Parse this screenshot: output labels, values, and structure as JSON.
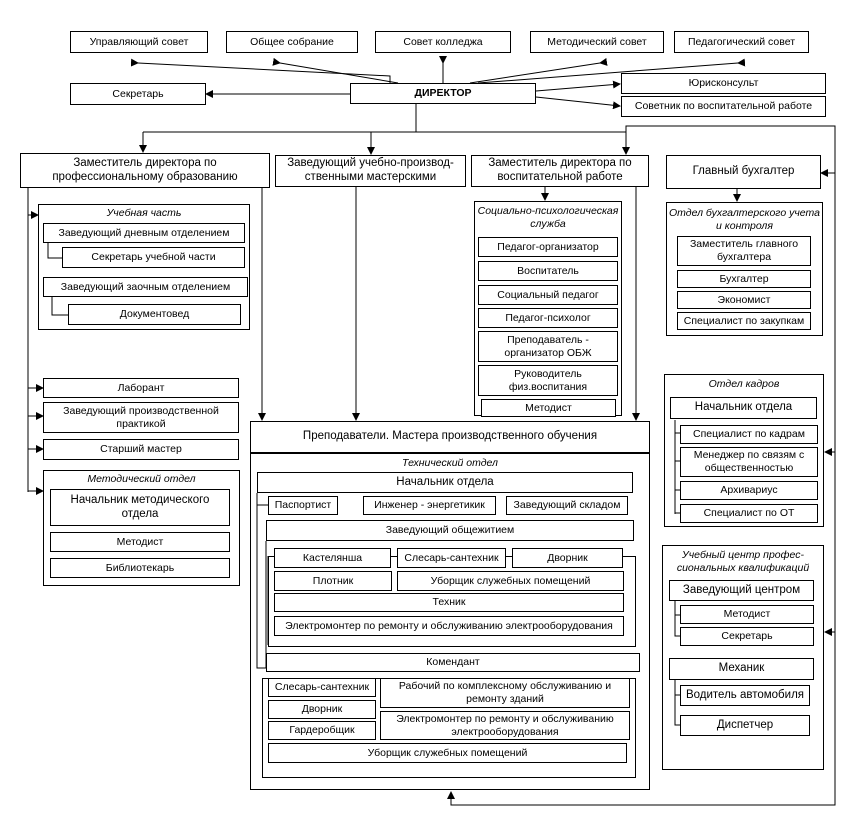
{
  "top": {
    "council_management": "Управляющий совет",
    "general_meeting": "Общее собрание",
    "college_council": "Совет колледжа",
    "methodical_council": "Методический совет",
    "pedagogical_council": "Педагогический совет"
  },
  "director": {
    "title": "ДИРЕКТОР",
    "secretary": "Секретарь",
    "lawyer": "Юрисконсульт",
    "education_advisor": "Советник по воспитательной работе"
  },
  "deputies": {
    "professional": "Заместитель директора по профессиональному образованию",
    "workshops": "Заведующий учебно-производ- ственными мастерскими",
    "educational": "Заместитель директора по воспитательной работе",
    "chief_accountant": "Главный бухгалтер"
  },
  "study_part": {
    "title": "Учебная часть",
    "day_head": "Заведующий дневным отделением",
    "study_secretary": "Секретарь учебной части",
    "correspondence_head": "Заведующий заочным отделением",
    "documentarian": "Документовед"
  },
  "left_staff": {
    "lab": "Лаборант",
    "practice_head": "Заведующий производственной практикой",
    "senior_master": "Старший мастер"
  },
  "methodical_dept": {
    "title": "Методический отдел",
    "head": "Начальник методического отдела",
    "methodist": "Методист",
    "librarian": "Библиотекарь"
  },
  "social_service": {
    "title": "Социально-психологическая служба",
    "items": [
      "Педагог-организатор",
      "Воспитатель",
      "Социальный педагог",
      "Педагог-психолог",
      "Преподаватель - организатор ОБЖ",
      "Руководитель физ.воспитания",
      "Методист"
    ]
  },
  "accounting": {
    "title": "Отдел бухгалтерского учета и контроля",
    "items": [
      "Заместитель главного бухгалтера",
      "Бухгалтер",
      "Экономист",
      "Специалист по закупкам"
    ]
  },
  "hr": {
    "title": "Отдел кадров",
    "head": "Начальник отдела",
    "items": [
      "Специалист по кадрам",
      "Менеджер по связям с общественностью",
      "Архивариус",
      "Специалист по ОТ"
    ]
  },
  "training_center": {
    "title": "Учебный центр профес- сиональных квалификаций",
    "head": "Заведующий центром",
    "methodist": "Методист",
    "secretary": "Секретарь",
    "mechanic": "Механик",
    "driver": "Водитель автомобиля",
    "dispatcher": "Диспетчер"
  },
  "teachers": "Преподаватели. Мастера производственного обучения",
  "tech_dept": {
    "title": "Технический отдел",
    "head": "Начальник отдела",
    "passport": "Паспортист",
    "engineer": "Инженер - энергетикик",
    "warehouse": "Заведующий складом",
    "dorm_head": "Заведующий общежитием",
    "dorm_staff": {
      "linen": "Кастелянша",
      "plumber": "Слесарь-сантехник",
      "janitor": "Дворник",
      "carpenter": "Плотник",
      "cleaner": "Уборщик служебных помещений",
      "technician": "Техник",
      "electrician": "Электромонтер по ремонту и обслуживанию электрооборудования"
    },
    "commandant": "Комендант",
    "cmd_staff": {
      "plumber": "Слесарь-сантехник",
      "janitor": "Дворник",
      "cloakroom": "Гардеробщик",
      "repair_worker": "Рабочий по комплексному обслуживанию и ремонту зданий",
      "electrician": "Электромонтер по ремонту и обслуживанию электрооборудования",
      "cleaner": "Уборщик служебных помещений"
    }
  }
}
